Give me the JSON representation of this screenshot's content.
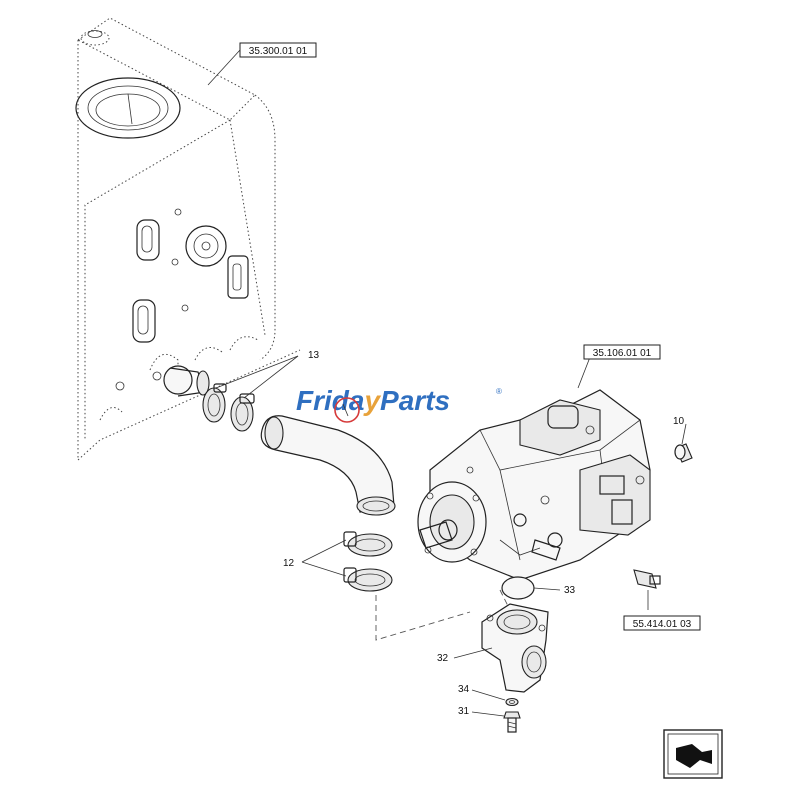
{
  "watermark": {
    "text_a": "Frida",
    "text_b": "y",
    "text_c": "Parts",
    "mark": "®",
    "color_primary": "#2f6fc0",
    "color_accent": "#e8a23a"
  },
  "references": [
    {
      "id": "ref-tank",
      "label": "35.300.01 01"
    },
    {
      "id": "ref-pump",
      "label": "35.106.01 01"
    },
    {
      "id": "ref-sensor",
      "label": "55.414.01 03"
    }
  ],
  "callouts": [
    {
      "id": "13",
      "label": "13"
    },
    {
      "id": "12",
      "label": "12"
    },
    {
      "id": "10",
      "label": "10"
    },
    {
      "id": "33",
      "label": "33"
    },
    {
      "id": "32",
      "label": "32"
    },
    {
      "id": "34",
      "label": "34"
    },
    {
      "id": "31",
      "label": "31"
    }
  ],
  "icons": {
    "nav": "next-page-arrow-icon",
    "highlight": "highlight-circle-icon"
  },
  "colors": {
    "line": "#222222",
    "highlight": "#d63b3b"
  }
}
